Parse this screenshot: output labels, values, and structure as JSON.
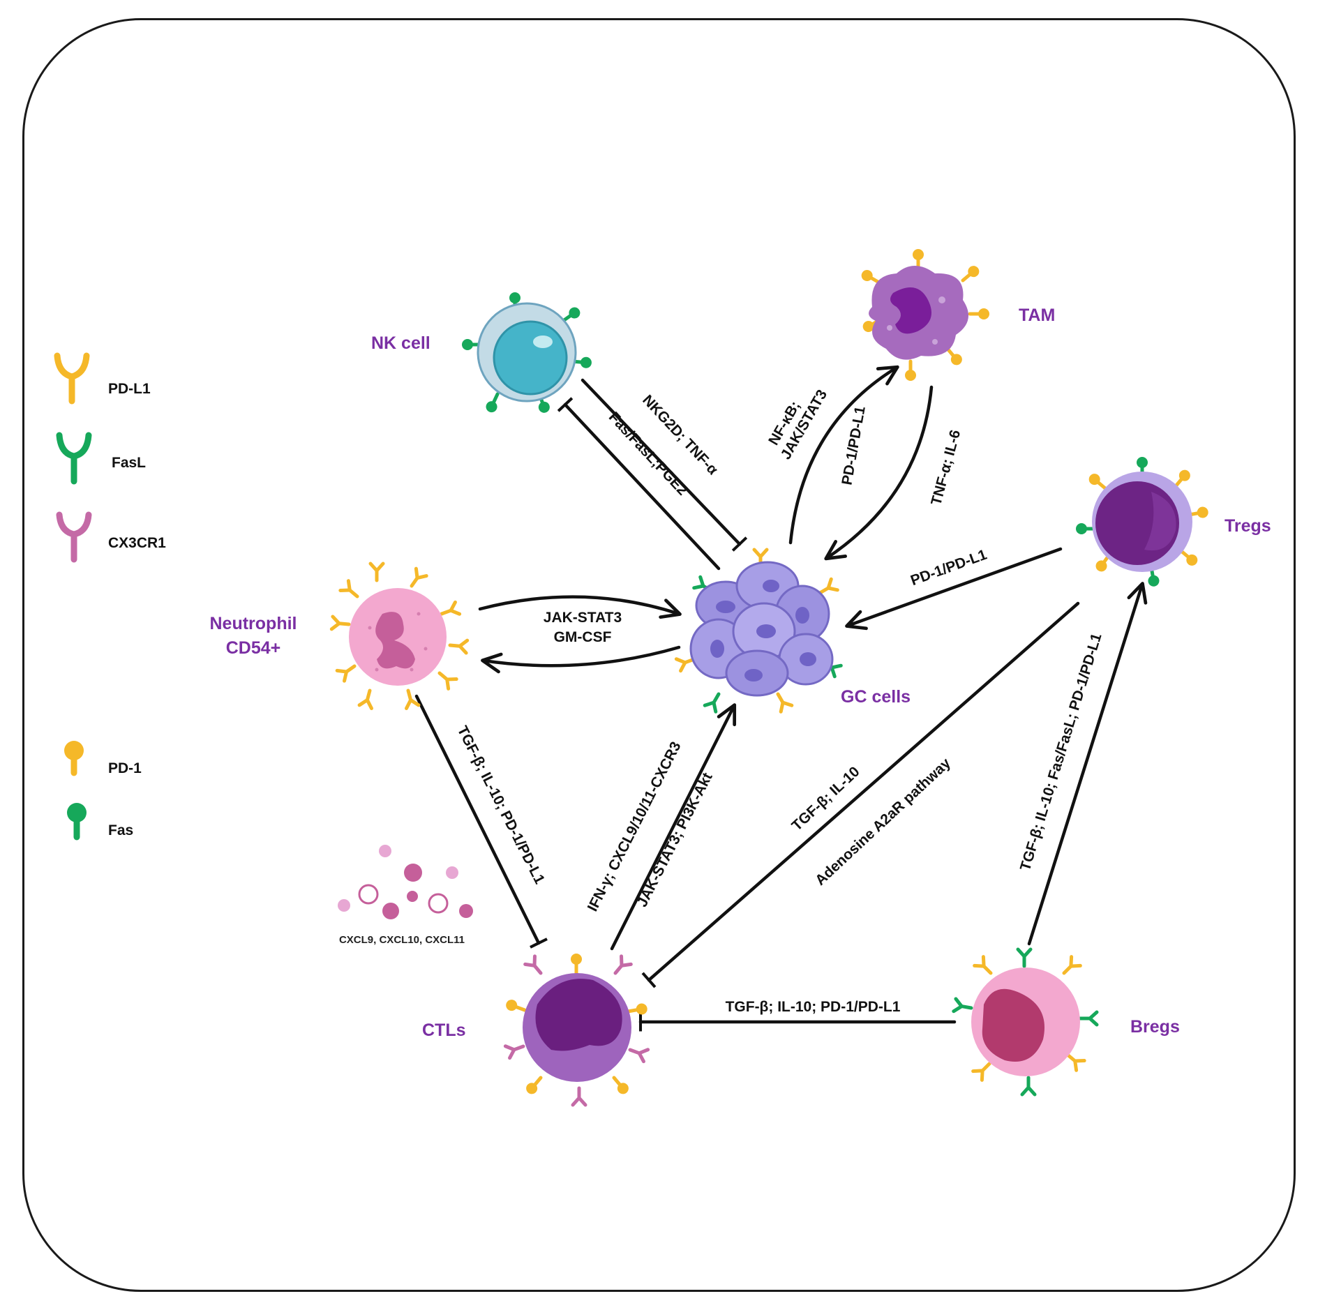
{
  "cells": [
    {
      "id": "nk",
      "label": "NK cell",
      "icon": "nk-cell-icon"
    },
    {
      "id": "tam",
      "label": "TAM",
      "icon": "macrophage-icon"
    },
    {
      "id": "tregs",
      "label": "Tregs",
      "icon": "treg-cell-icon"
    },
    {
      "id": "gc",
      "label": "GC cells",
      "icon": "tumor-cluster-icon"
    },
    {
      "id": "neutrophil",
      "label_line1": "Neutrophil",
      "label_line2": "CD54+",
      "icon": "neutrophil-icon"
    },
    {
      "id": "ctls",
      "label": "CTLs",
      "icon": "ctl-cell-icon"
    },
    {
      "id": "bregs",
      "label": "Bregs",
      "icon": "breg-cell-icon"
    }
  ],
  "edges": {
    "nk_gc_line1": "NKG2D; TNF-α",
    "nk_gc_line2": "Fas/FasL;PGE2",
    "gc_tam_line1": "NF-κB;",
    "gc_tam_line2": "JAK/STAT3",
    "tam_gc_line1": "PD-1/PD-L1",
    "tam_gc_line2": "TNF-α; IL-6",
    "neutrophil_gc_line1": "JAK-STAT3",
    "neutrophil_gc_line2": "GM-CSF",
    "tregs_gc": "PD-1/PD-L1",
    "neutrophil_ctls": "TGF-β; IL-10; PD-1/PD-L1",
    "ctls_gc_line1": "IFN-γ; CXCL9/10/11-CXCR3",
    "ctls_gc_line2": "JAK-STAT3; PI3K-Akt",
    "tregs_ctls_line1": "TGF-β; IL-10",
    "tregs_ctls_line2": "Adenosine A2aR pathway",
    "bregs_tregs": "TGF-β; IL-10; Fas/FasL; PD-1/PD-L1",
    "bregs_ctls": "TGF-β; IL-10; PD-1/PD-L1"
  },
  "chemokines": "CXCL9, CXCL10, CXCL11",
  "legend": [
    {
      "label": "PD-L1",
      "icon": "pd-l1-receptor-icon",
      "color": "#f5b829"
    },
    {
      "label": "FasL",
      "icon": "fasl-receptor-icon",
      "color": "#16a85a"
    },
    {
      "label": "CX3CR1",
      "icon": "cx3cr1-receptor-icon",
      "color": "#c46aa6"
    },
    {
      "label": "PD-1",
      "icon": "pd-1-icon",
      "color": "#f5b829"
    },
    {
      "label": "Fas",
      "icon": "fas-icon",
      "color": "#16a85a"
    }
  ],
  "colors": {
    "label_purple": "#7a2fa3",
    "pd_l1": "#f5b829",
    "fasl": "#16a85a",
    "cx3cr1": "#c46aa6"
  }
}
